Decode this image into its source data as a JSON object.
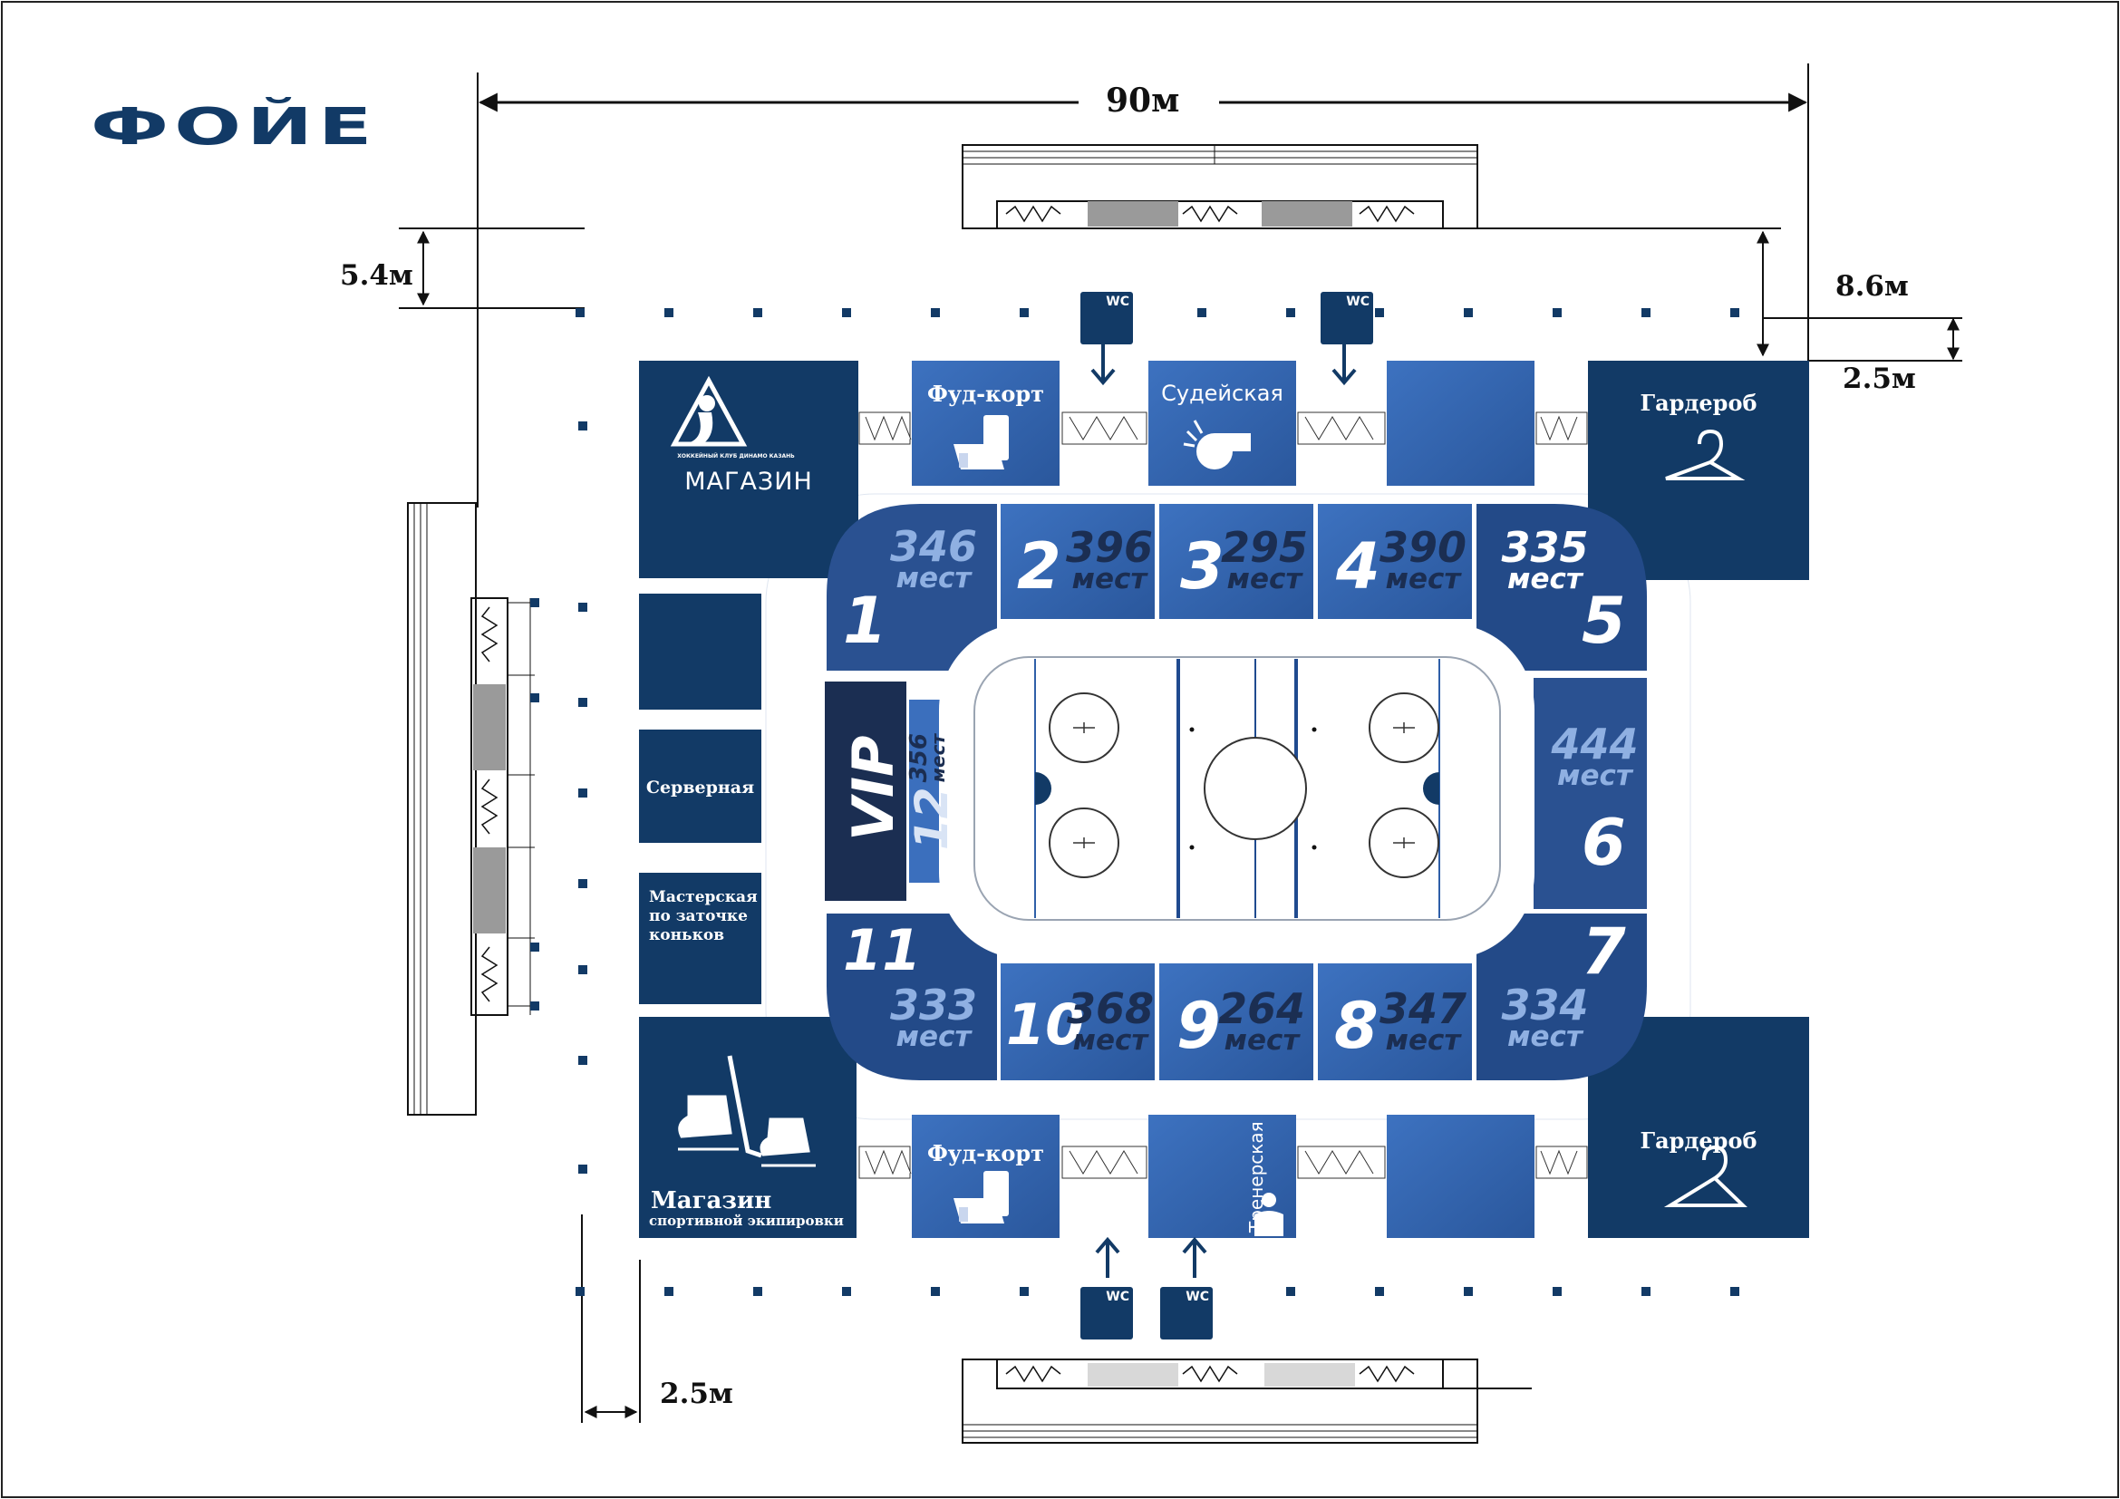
{
  "title": "ФОЙЕ",
  "dimensions": {
    "width_total": "90м",
    "left_gap": "5.4м",
    "right_height": "8.6м",
    "right_gap": "2.5м",
    "bottom_gap": "2.5м"
  },
  "rooms": {
    "shop_top": "МАГАЗИН",
    "club_caption": "ХОККЕЙНЫЙ КЛУБ ДИНАМО КАЗАНЬ",
    "food_court_top": "Фуд-корт",
    "referee": "Судейская",
    "cloakroom_top": "Гардероб",
    "server_room": "Серверная",
    "workshop_line1": "Мастерская",
    "workshop_line2": "по заточке",
    "workshop_line3": "коньков",
    "shop_bottom_line1": "Магазин",
    "shop_bottom_line2": "спортивной экипировки",
    "food_court_bottom": "Фуд-корт",
    "coach_room": "Тренерская",
    "cloakroom_bottom": "Гардероб"
  },
  "wc_label": "WC",
  "vip_label": "VIP",
  "sections": [
    {
      "id": "1",
      "seats": "346",
      "word": "мест"
    },
    {
      "id": "2",
      "seats": "396",
      "word": "мест"
    },
    {
      "id": "3",
      "seats": "295",
      "word": "мест"
    },
    {
      "id": "4",
      "seats": "390",
      "word": "мест"
    },
    {
      "id": "5",
      "seats": "335",
      "word": "мест"
    },
    {
      "id": "6",
      "seats": "444",
      "word": "мест"
    },
    {
      "id": "7",
      "seats": "334",
      "word": "мест"
    },
    {
      "id": "8",
      "seats": "347",
      "word": "мест"
    },
    {
      "id": "9",
      "seats": "264",
      "word": "мест"
    },
    {
      "id": "10",
      "seats": "368",
      "word": "мест"
    },
    {
      "id": "11",
      "seats": "333",
      "word": "мест"
    },
    {
      "id": "12",
      "seats": "356",
      "word": "мест"
    }
  ],
  "colors": {
    "dark_navy": "#123a66",
    "medium_blue": "#2f5fa8",
    "light_blue": "#3b6fbd",
    "vip": "#1b2e52",
    "seat_text_light": "#8fb0e2",
    "ice": "#ffffff",
    "gray_block": "#9a9a9a"
  }
}
